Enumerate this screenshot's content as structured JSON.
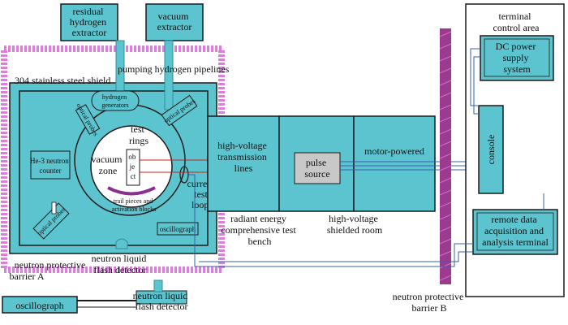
{
  "colors": {
    "teal": "#5bc4cf",
    "teal_dark": "#2c8f98",
    "magenta": "#e07be0",
    "purple_barrier": "#9b3a8f",
    "red_wire": "#cc2222",
    "blue_wire": "#3a5fa8",
    "trail_arc": "#8a2f8f"
  },
  "labels": {
    "residual_extractor": [
      "residual",
      "hydrogen",
      "extractor"
    ],
    "vacuum_extractor": [
      "vacuum",
      "extractor"
    ],
    "pumping_pipelines": "pumping hydrogen pipelines",
    "steel_shield": "304 stainless steel shield",
    "hydrogen_generators": [
      "hydrogen",
      "generators"
    ],
    "optical_probes": "optical probes",
    "test_rings": [
      "test",
      "rings"
    ],
    "vacuum_zone": [
      "vacuum",
      "zone"
    ],
    "object": [
      "ob",
      "je",
      "ct"
    ],
    "he3_counter": [
      "He-3 neutron",
      "counter"
    ],
    "current_loops": [
      "current",
      "test",
      "loops"
    ],
    "trail_pieces": [
      "trail pieces and",
      "activation blocks"
    ],
    "oscillograph": "oscillograph",
    "neutron_flash_detector": [
      "neutron liquid",
      "flash detector"
    ],
    "barrier_a": [
      "neutron protective",
      "barrier A"
    ],
    "hv_lines": [
      "high-voltage",
      "transmission",
      "lines"
    ],
    "pulse_source": [
      "pulse",
      "source"
    ],
    "motor_powered": "motor-powered",
    "radiant_bench": [
      "radiant energy",
      "comprehensive test",
      "bench"
    ],
    "shielded_room": [
      "high-voltage",
      "shielded room"
    ],
    "barrier_b": [
      "neutron protective",
      "barrier B"
    ],
    "terminal_area": [
      "terminal",
      "control area"
    ],
    "dc_power": [
      "DC power",
      "supply",
      "system"
    ],
    "console": "console",
    "remote_data": [
      "remote data",
      "acquisition and",
      "analysis terminal"
    ]
  }
}
